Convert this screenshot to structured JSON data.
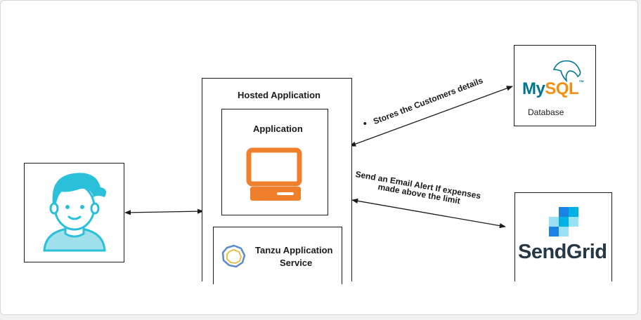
{
  "diagram": {
    "hosted_title": "Hosted Application",
    "app_title": "Application",
    "tanzu_line1": "Tanzu Application",
    "tanzu_line2": "Service",
    "db_label": "Database",
    "mysql_my": "My",
    "mysql_sql": "SQL",
    "mysql_tm": "™",
    "sendgrid_text": "SendGrid",
    "store_bullet": "•",
    "store_label": "Stores the Customers details",
    "email_line1": "Send an Email Alert If expenses",
    "email_line2": "made above the limit"
  },
  "colors": {
    "user_icon": "#2bc0d9",
    "user_icon_light": "#9fe0ea",
    "computer": "#f07f2c",
    "mysql_blue": "#00758f",
    "mysql_orange": "#f29111",
    "sendgrid_dark": "#263746",
    "sendgrid_blue1": "#1a82e2",
    "sendgrid_blue2": "#00b2e3",
    "sendgrid_light": "#99e1f4",
    "tanzu": "#5a8ccd"
  },
  "icons": [
    "user-avatar-icon",
    "computer-icon",
    "tanzu-icon",
    "mysql-logo",
    "sendgrid-logo"
  ]
}
